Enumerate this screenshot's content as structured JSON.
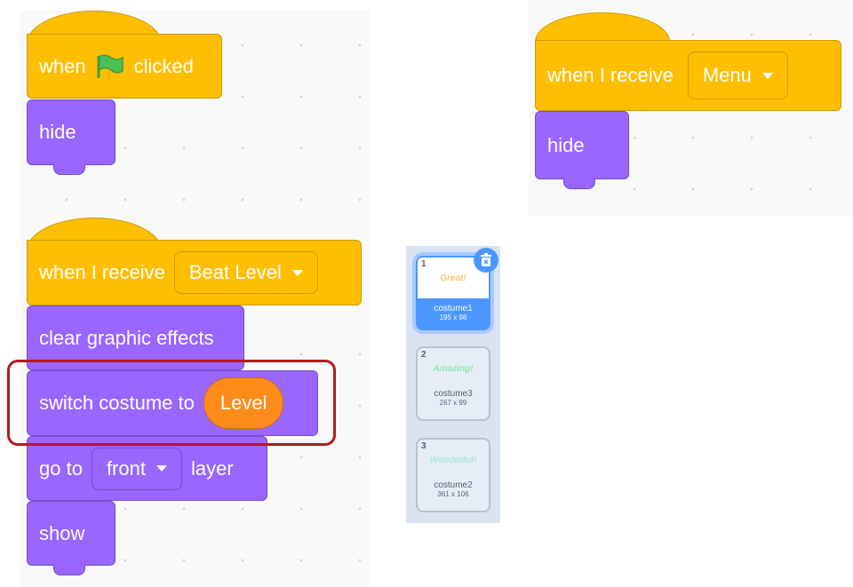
{
  "script1": {
    "hat": {
      "when": "when",
      "clicked": "clicked",
      "flag_icon": "green-flag-icon"
    },
    "hide": "hide"
  },
  "script2": {
    "hat": {
      "label": "when I receive",
      "message": "Beat Level"
    },
    "clear": "clear graphic effects",
    "switch": {
      "label": "switch costume to",
      "value": "Level"
    },
    "goto": {
      "label": "go to",
      "option": "front",
      "suffix": "layer"
    },
    "show": "show"
  },
  "script3": {
    "hat": {
      "label": "when I receive",
      "message": "Menu"
    },
    "hide": "hide"
  },
  "costumes": [
    {
      "num": "1",
      "thumb": "Great!",
      "name": "costume1",
      "size": "195 x 98",
      "selected": true,
      "thumb_color": "#f7c46c"
    },
    {
      "num": "2",
      "thumb": "Amazing!",
      "name": "costume3",
      "size": "267 x 99",
      "selected": false,
      "thumb_color": "#8fe8b0"
    },
    {
      "num": "3",
      "thumb": "Wonderful!",
      "name": "costume2",
      "size": "361 x 106",
      "selected": false,
      "thumb_color": "#a8e8e0"
    }
  ],
  "colors": {
    "events": "#ffbf00",
    "looks": "#9966ff",
    "reporter": "#ff8c1a",
    "highlight": "#b01c1c",
    "selected": "#4c97ff"
  }
}
